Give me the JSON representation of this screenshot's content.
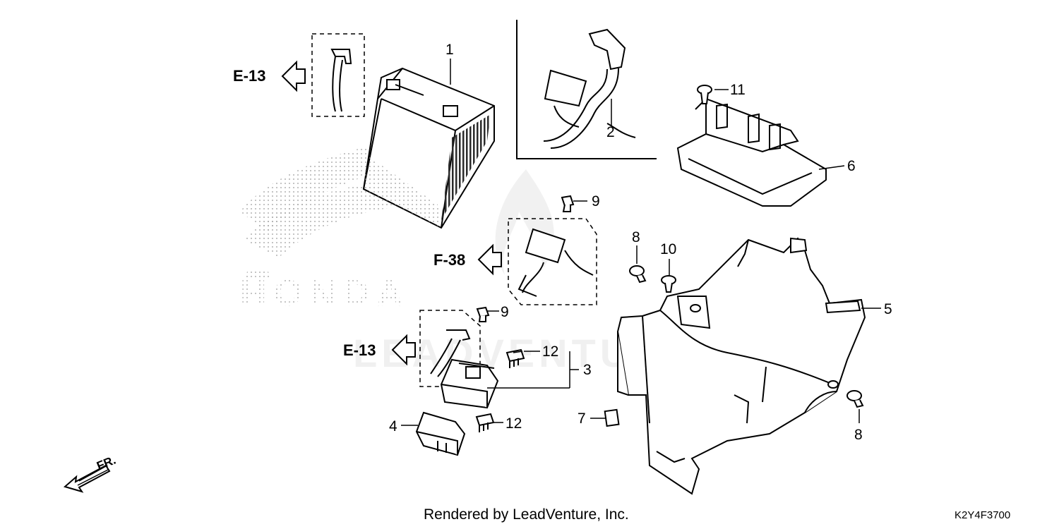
{
  "diagram": {
    "callouts": {
      "p1": "1",
      "p2": "2",
      "p3": "3",
      "p4": "4",
      "p5": "5",
      "p6": "6",
      "p7": "7",
      "p8a": "8",
      "p8b": "8",
      "p9a": "9",
      "p9b": "9",
      "p10": "10",
      "p11": "11",
      "p12a": "12",
      "p12b": "12"
    },
    "refs": {
      "e13_top": "E-13",
      "e13_bottom": "E-13",
      "f38": "F-38"
    },
    "direction": "FR.",
    "footer": "Rendered by LeadVenture, Inc.",
    "diagram_code": "K2Y4F3700",
    "watermark_logo": "HONDA"
  }
}
